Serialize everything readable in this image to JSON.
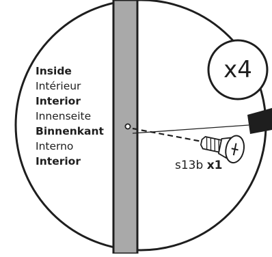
{
  "labels": [
    {
      "text": "Inside",
      "bold": true
    },
    {
      "text": "Intérieur",
      "bold": false
    },
    {
      "text": "Interior",
      "bold": true
    },
    {
      "text": "Innenseite",
      "bold": false
    },
    {
      "text": "Binnenkant",
      "bold": true
    },
    {
      "text": "Interno",
      "bold": false
    },
    {
      "text": "Interior",
      "bold": true
    }
  ],
  "quantity_badge": "x4",
  "screw": {
    "code": "s13b",
    "quantity": "x1"
  },
  "colors": {
    "outline": "#1e1e1e",
    "panel_fill": "#a9a9a9",
    "background": "#ffffff",
    "text": "#1e1e1e"
  },
  "icons": [
    "screw-icon",
    "pilot-hole-icon"
  ]
}
